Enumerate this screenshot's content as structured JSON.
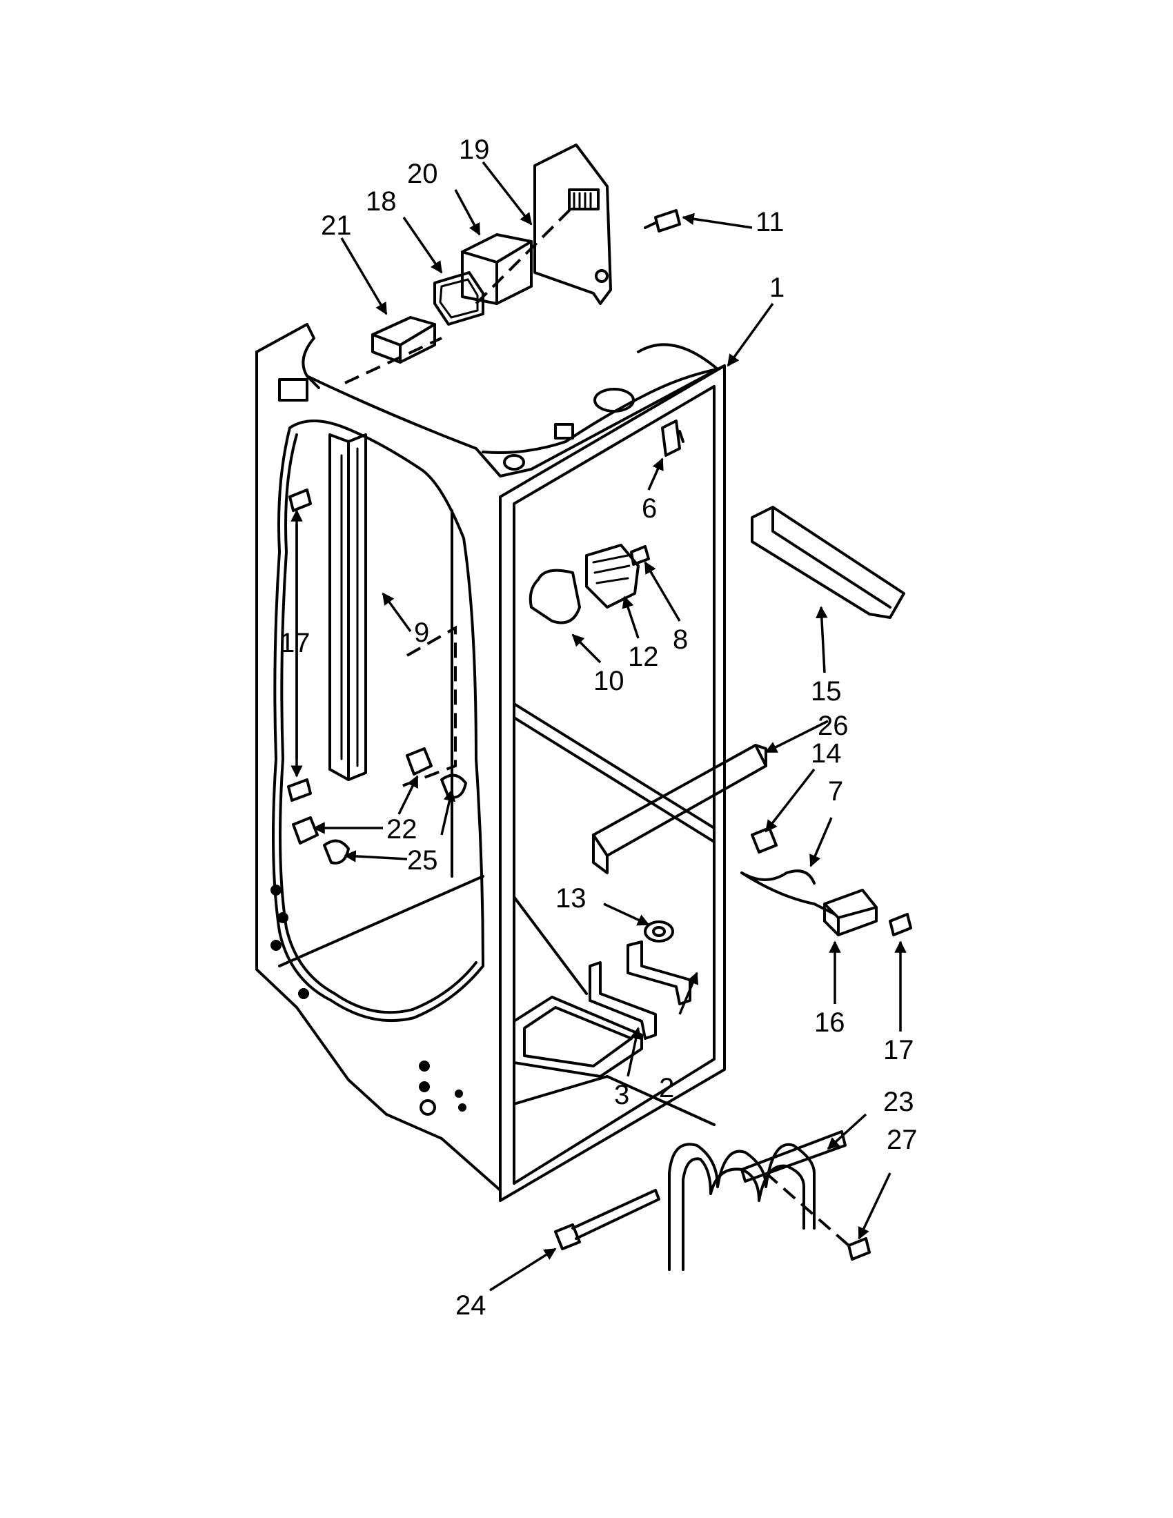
{
  "callouts": [
    {
      "id": "1",
      "text": "1"
    },
    {
      "id": "2",
      "text": "2"
    },
    {
      "id": "3",
      "text": "3"
    },
    {
      "id": "6",
      "text": "6"
    },
    {
      "id": "7",
      "text": "7"
    },
    {
      "id": "8",
      "text": "8"
    },
    {
      "id": "9",
      "text": "9"
    },
    {
      "id": "10",
      "text": "10"
    },
    {
      "id": "11",
      "text": "11"
    },
    {
      "id": "12",
      "text": "12"
    },
    {
      "id": "13",
      "text": "13"
    },
    {
      "id": "14",
      "text": "14"
    },
    {
      "id": "15",
      "text": "15"
    },
    {
      "id": "16",
      "text": "16"
    },
    {
      "id": "17a",
      "text": "17"
    },
    {
      "id": "17b",
      "text": "17"
    },
    {
      "id": "18",
      "text": "18"
    },
    {
      "id": "19",
      "text": "19"
    },
    {
      "id": "20",
      "text": "20"
    },
    {
      "id": "21",
      "text": "21"
    },
    {
      "id": "22",
      "text": "22"
    },
    {
      "id": "23",
      "text": "23"
    },
    {
      "id": "24",
      "text": "24"
    },
    {
      "id": "25",
      "text": "25"
    },
    {
      "id": "26",
      "text": "26"
    },
    {
      "id": "27",
      "text": "27"
    }
  ]
}
